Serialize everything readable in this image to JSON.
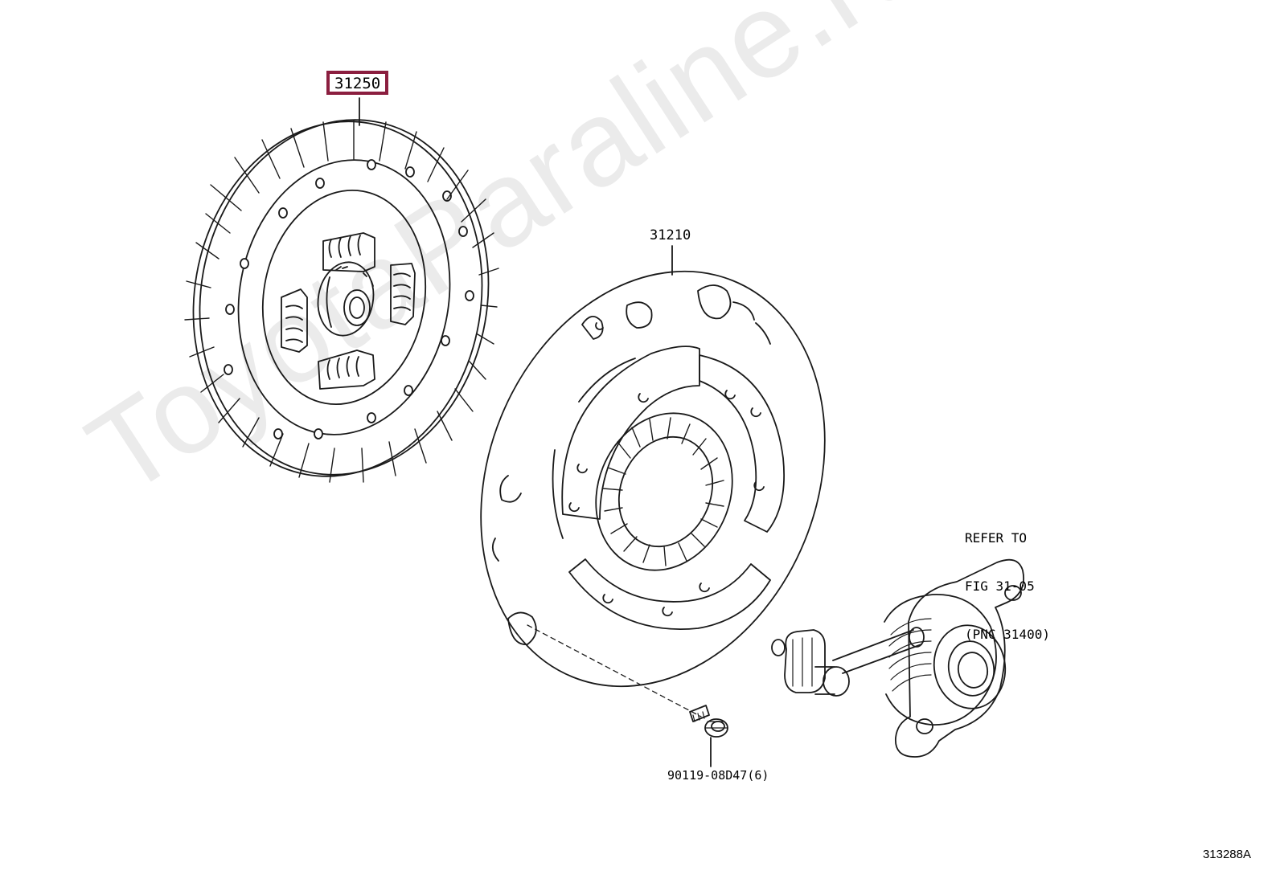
{
  "watermark": "ToyotaParaline.ru",
  "figure_code": "313288A",
  "parts": {
    "clutch_disc": {
      "pnc": "31250",
      "selected": true,
      "accent": "#8b1e3f"
    },
    "clutch_cover": {
      "pnc": "31210"
    },
    "bolt": {
      "part_number": "90119-08D47(6)"
    },
    "release_cylinder": {
      "refer_lines": [
        "REFER TO",
        "FIG 31-05",
        "(PNC 31400)"
      ]
    }
  },
  "colors": {
    "line": "#1a1a1a",
    "watermark": "#ebebeb",
    "highlight": "#8b1e3f"
  }
}
